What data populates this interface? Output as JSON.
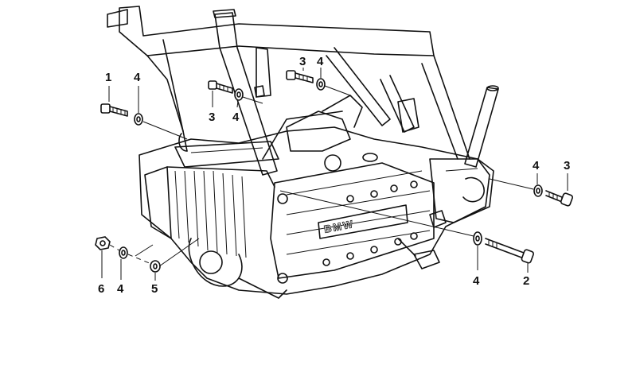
{
  "diagram": {
    "callouts": {
      "c1": "1",
      "c2": "2",
      "c3a": "3",
      "c3b": "3",
      "c3c": "3",
      "c4a": "4",
      "c4b": "4",
      "c4c": "4",
      "c4d": "4",
      "c4e": "4",
      "c4f": "4",
      "c5": "5",
      "c6": "6"
    },
    "engine_logo": "BMW"
  }
}
